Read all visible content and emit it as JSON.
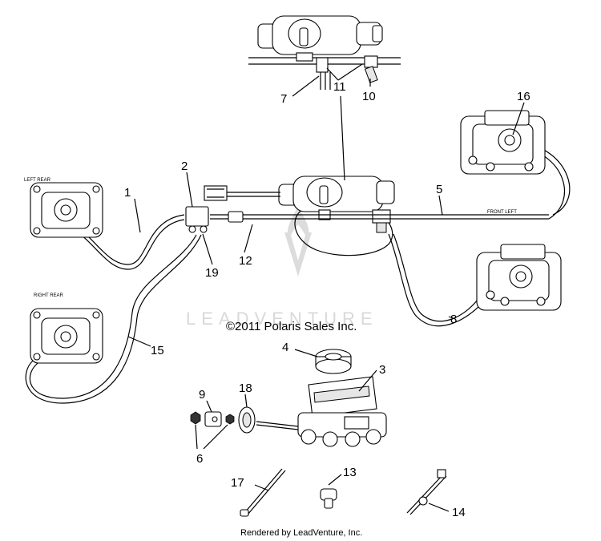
{
  "diagram": {
    "copyright": "©2011 Polaris Sales Inc.",
    "watermark": "LEADVENTURE",
    "footer": "Rendered by LeadVenture, Inc.",
    "caliper_labels": {
      "left_rear": "LEFT REAR",
      "right_rear": "RIGHT REAR",
      "front_left": "FRONT LEFT"
    },
    "callouts": {
      "c1": "1",
      "c2": "2",
      "c3": "3",
      "c4": "4",
      "c5": "5",
      "c6": "6",
      "c7": "7",
      "c8": "8",
      "c9": "9",
      "c10": "10",
      "c11": "11",
      "c12": "12",
      "c13": "13",
      "c14": "14",
      "c15": "15",
      "c16": "16",
      "c17": "17",
      "c18": "18",
      "c19": "19"
    }
  }
}
